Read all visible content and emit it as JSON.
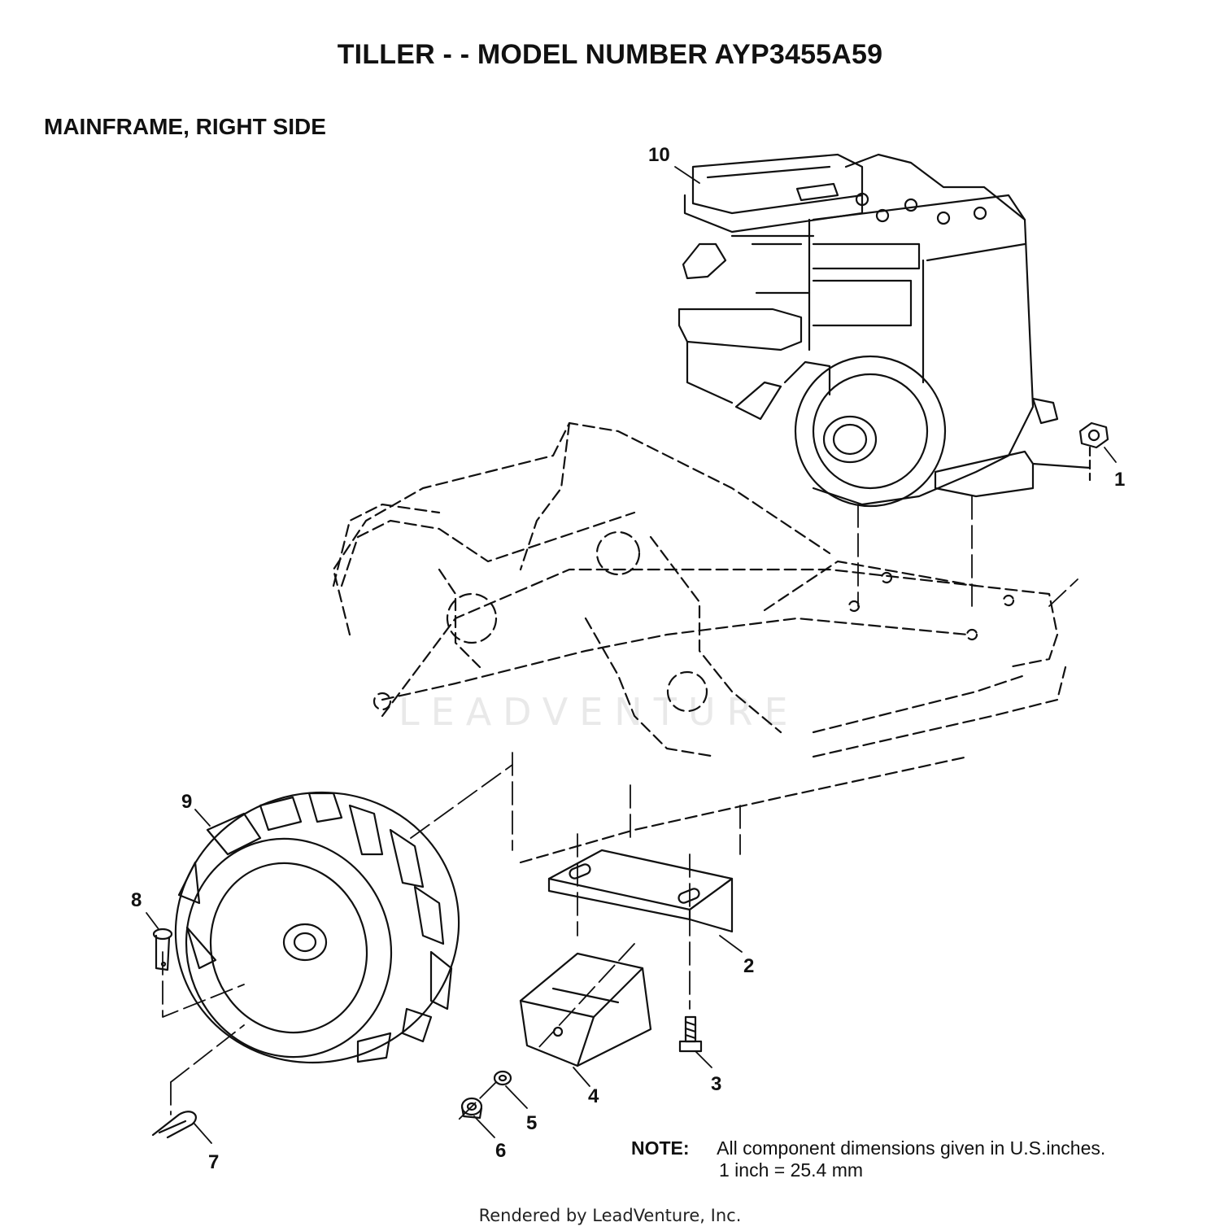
{
  "header": {
    "title": "TILLER - - MODEL NUMBER AYP3455A59",
    "section": "MAINFRAME, RIGHT SIDE"
  },
  "callouts": [
    {
      "id": "c1",
      "label": "1"
    },
    {
      "id": "c2",
      "label": "2"
    },
    {
      "id": "c3",
      "label": "3"
    },
    {
      "id": "c4",
      "label": "4"
    },
    {
      "id": "c5",
      "label": "5"
    },
    {
      "id": "c6",
      "label": "6"
    },
    {
      "id": "c7",
      "label": "7"
    },
    {
      "id": "c8",
      "label": "8"
    },
    {
      "id": "c9",
      "label": "9"
    },
    {
      "id": "c10",
      "label": "10"
    }
  ],
  "note": {
    "label": "NOTE:",
    "line1": "All component dimensions given in U.S.inches.",
    "line2": "1 inch = 25.4 mm"
  },
  "watermark": "LEADVENTURE",
  "footer": "Rendered by LeadVenture, Inc."
}
